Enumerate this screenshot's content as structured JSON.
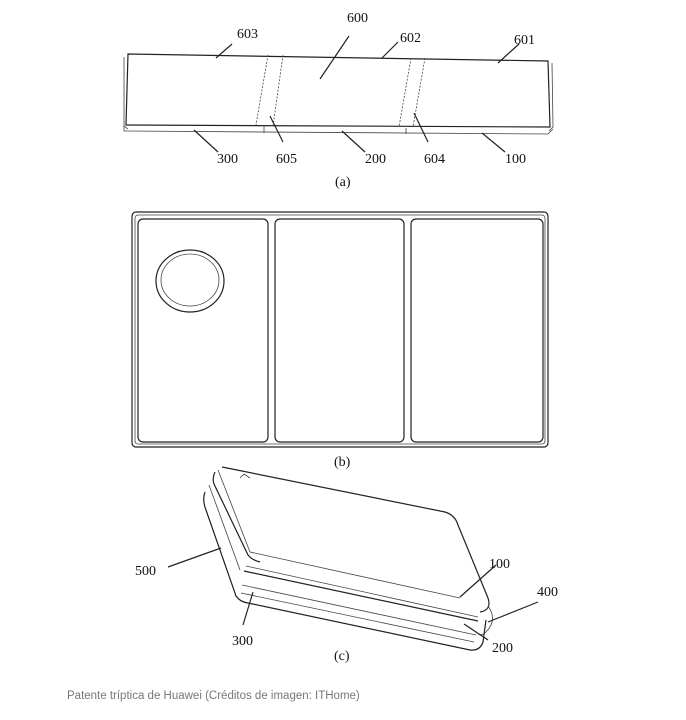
{
  "figure": {
    "a": {
      "caption": "(a)",
      "labels": {
        "l603": "603",
        "l600": "600",
        "l602": "602",
        "l601": "601",
        "l300": "300",
        "l605": "605",
        "l200": "200",
        "l604": "604",
        "l100": "100"
      }
    },
    "b": {
      "caption": "(b)"
    },
    "c": {
      "caption": "(c)",
      "labels": {
        "l500": "500",
        "l300": "300",
        "l100": "100",
        "l400": "400",
        "l200": "200"
      }
    }
  },
  "caption": "Patente tríptica de Huawei (Créditos de imagen: ITHome)"
}
